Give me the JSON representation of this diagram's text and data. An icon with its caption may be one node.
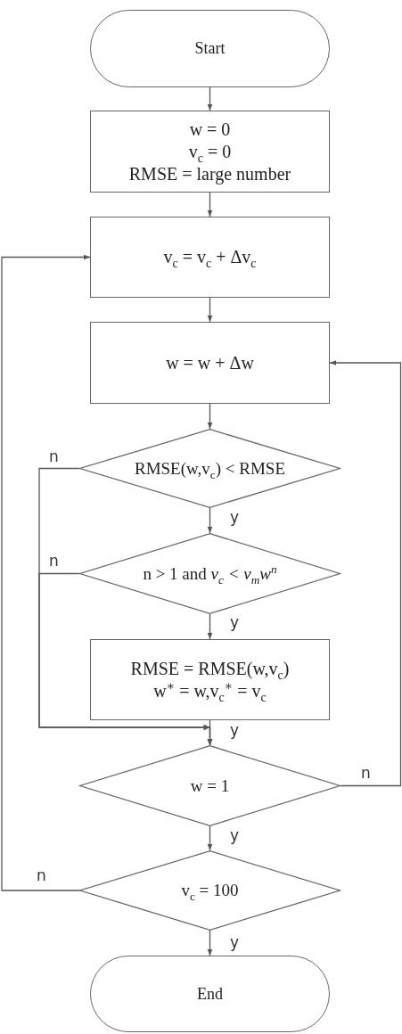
{
  "diagram": {
    "nodes": [
      {
        "text": [
          "Start"
        ]
      },
      {
        "text": [
          "w = 0",
          "v$_{c}$ = 0",
          "RMSE = large number"
        ]
      },
      {
        "text": [
          "v$_{c}$ = v$_{c}$ + Δv$_{c}$"
        ]
      },
      {
        "text": [
          "w = w + Δw"
        ]
      },
      {
        "text": [
          "RMSE(w,v$_{c}$) < RMSE"
        ]
      },
      {
        "text": [
          "n > 1 and *v$_{c}$ < v$_{m}$w$^{n}$*"
        ]
      },
      {
        "text": [
          "RMSE = RMSE(w,v$_{c}$)",
          "w$^{∗}$ = w,v$_{c}$$^{∗}$ = v$_{c}$"
        ]
      },
      {
        "text": [
          "w = 1"
        ]
      },
      {
        "text": [
          "v$_{c}$ = 100"
        ]
      },
      {
        "text": [
          "End"
        ]
      }
    ],
    "edges": [
      {
        "from": 0,
        "to": 1,
        "arrow": "to"
      },
      {
        "from": 1,
        "to": 2,
        "arrow": "to"
      },
      {
        "from": 2,
        "to": 3,
        "arrow": "to"
      },
      {
        "from": 3,
        "to": 4,
        "arrow": "to"
      },
      {
        "from": 4,
        "to": 5,
        "arrow": "to",
        "label": "y"
      },
      {
        "from": 4,
        "to": 7,
        "arrow": "to",
        "label": "n"
      },
      {
        "from": 5,
        "to": 6,
        "arrow": "to",
        "label": "y"
      },
      {
        "from": 5,
        "to": 7,
        "arrow": "to",
        "label": "n"
      },
      {
        "from": 6,
        "to": 7,
        "arrow": "to",
        "label": "y"
      },
      {
        "from": 7,
        "to": 3,
        "arrow": "to",
        "label": "n"
      },
      {
        "from": 7,
        "to": 8,
        "arrow": "to",
        "label": "y"
      },
      {
        "from": 8,
        "to": 2,
        "arrow": "to",
        "label": "n"
      },
      {
        "from": 8,
        "to": 9,
        "arrow": "to",
        "label": "y"
      }
    ]
  }
}
